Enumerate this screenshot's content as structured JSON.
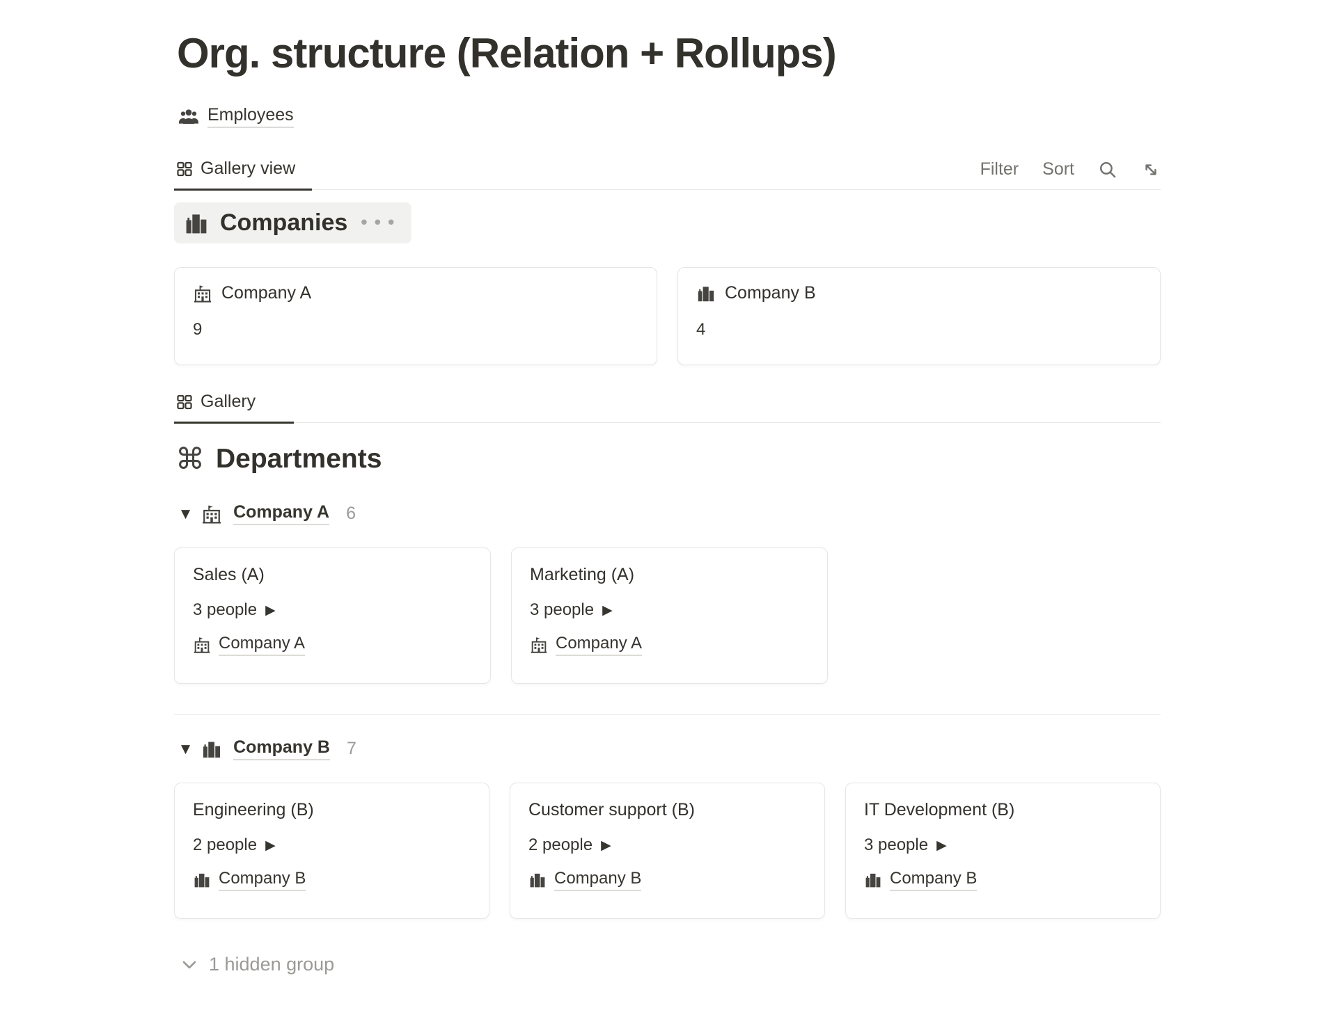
{
  "page": {
    "title": "Org. structure (Relation + Rollups)"
  },
  "header": {
    "database_name": "Employees"
  },
  "toolbar1": {
    "tab": "Gallery view",
    "filter": "Filter",
    "sort": "Sort"
  },
  "companies": {
    "title": "Companies",
    "menu": "•••",
    "cards": [
      {
        "title": "Company A",
        "rollup": "9"
      },
      {
        "title": "Company B",
        "rollup": "4"
      }
    ]
  },
  "toolbar2": {
    "tab": "Gallery"
  },
  "departments": {
    "title": "Departments",
    "groups": [
      {
        "toggle": "▼",
        "name": "Company A",
        "count": "6",
        "cards": [
          {
            "title": "Sales (A)",
            "people": "3 people",
            "arrow": "▶",
            "company": "Company A"
          },
          {
            "title": "Marketing (A)",
            "people": "3 people",
            "arrow": "▶",
            "company": "Company A"
          }
        ]
      },
      {
        "toggle": "▼",
        "name": "Company B",
        "count": "7",
        "cards": [
          {
            "title": "Engineering (B)",
            "people": "2 people",
            "arrow": "▶",
            "company": "Company B"
          },
          {
            "title": "Customer support (B)",
            "people": "2 people",
            "arrow": "▶",
            "company": "Company B"
          },
          {
            "title": "IT Development (B)",
            "people": "3 people",
            "arrow": "▶",
            "company": "Company B"
          }
        ]
      }
    ],
    "hidden_group": "1 hidden group"
  },
  "colors": {
    "text": "#37352f",
    "muted": "#9b9a97",
    "toolbar_gray": "#73726e",
    "border": "#e9e9e7",
    "block_bg": "#f1f1ef",
    "icon_dark": "#454440"
  }
}
